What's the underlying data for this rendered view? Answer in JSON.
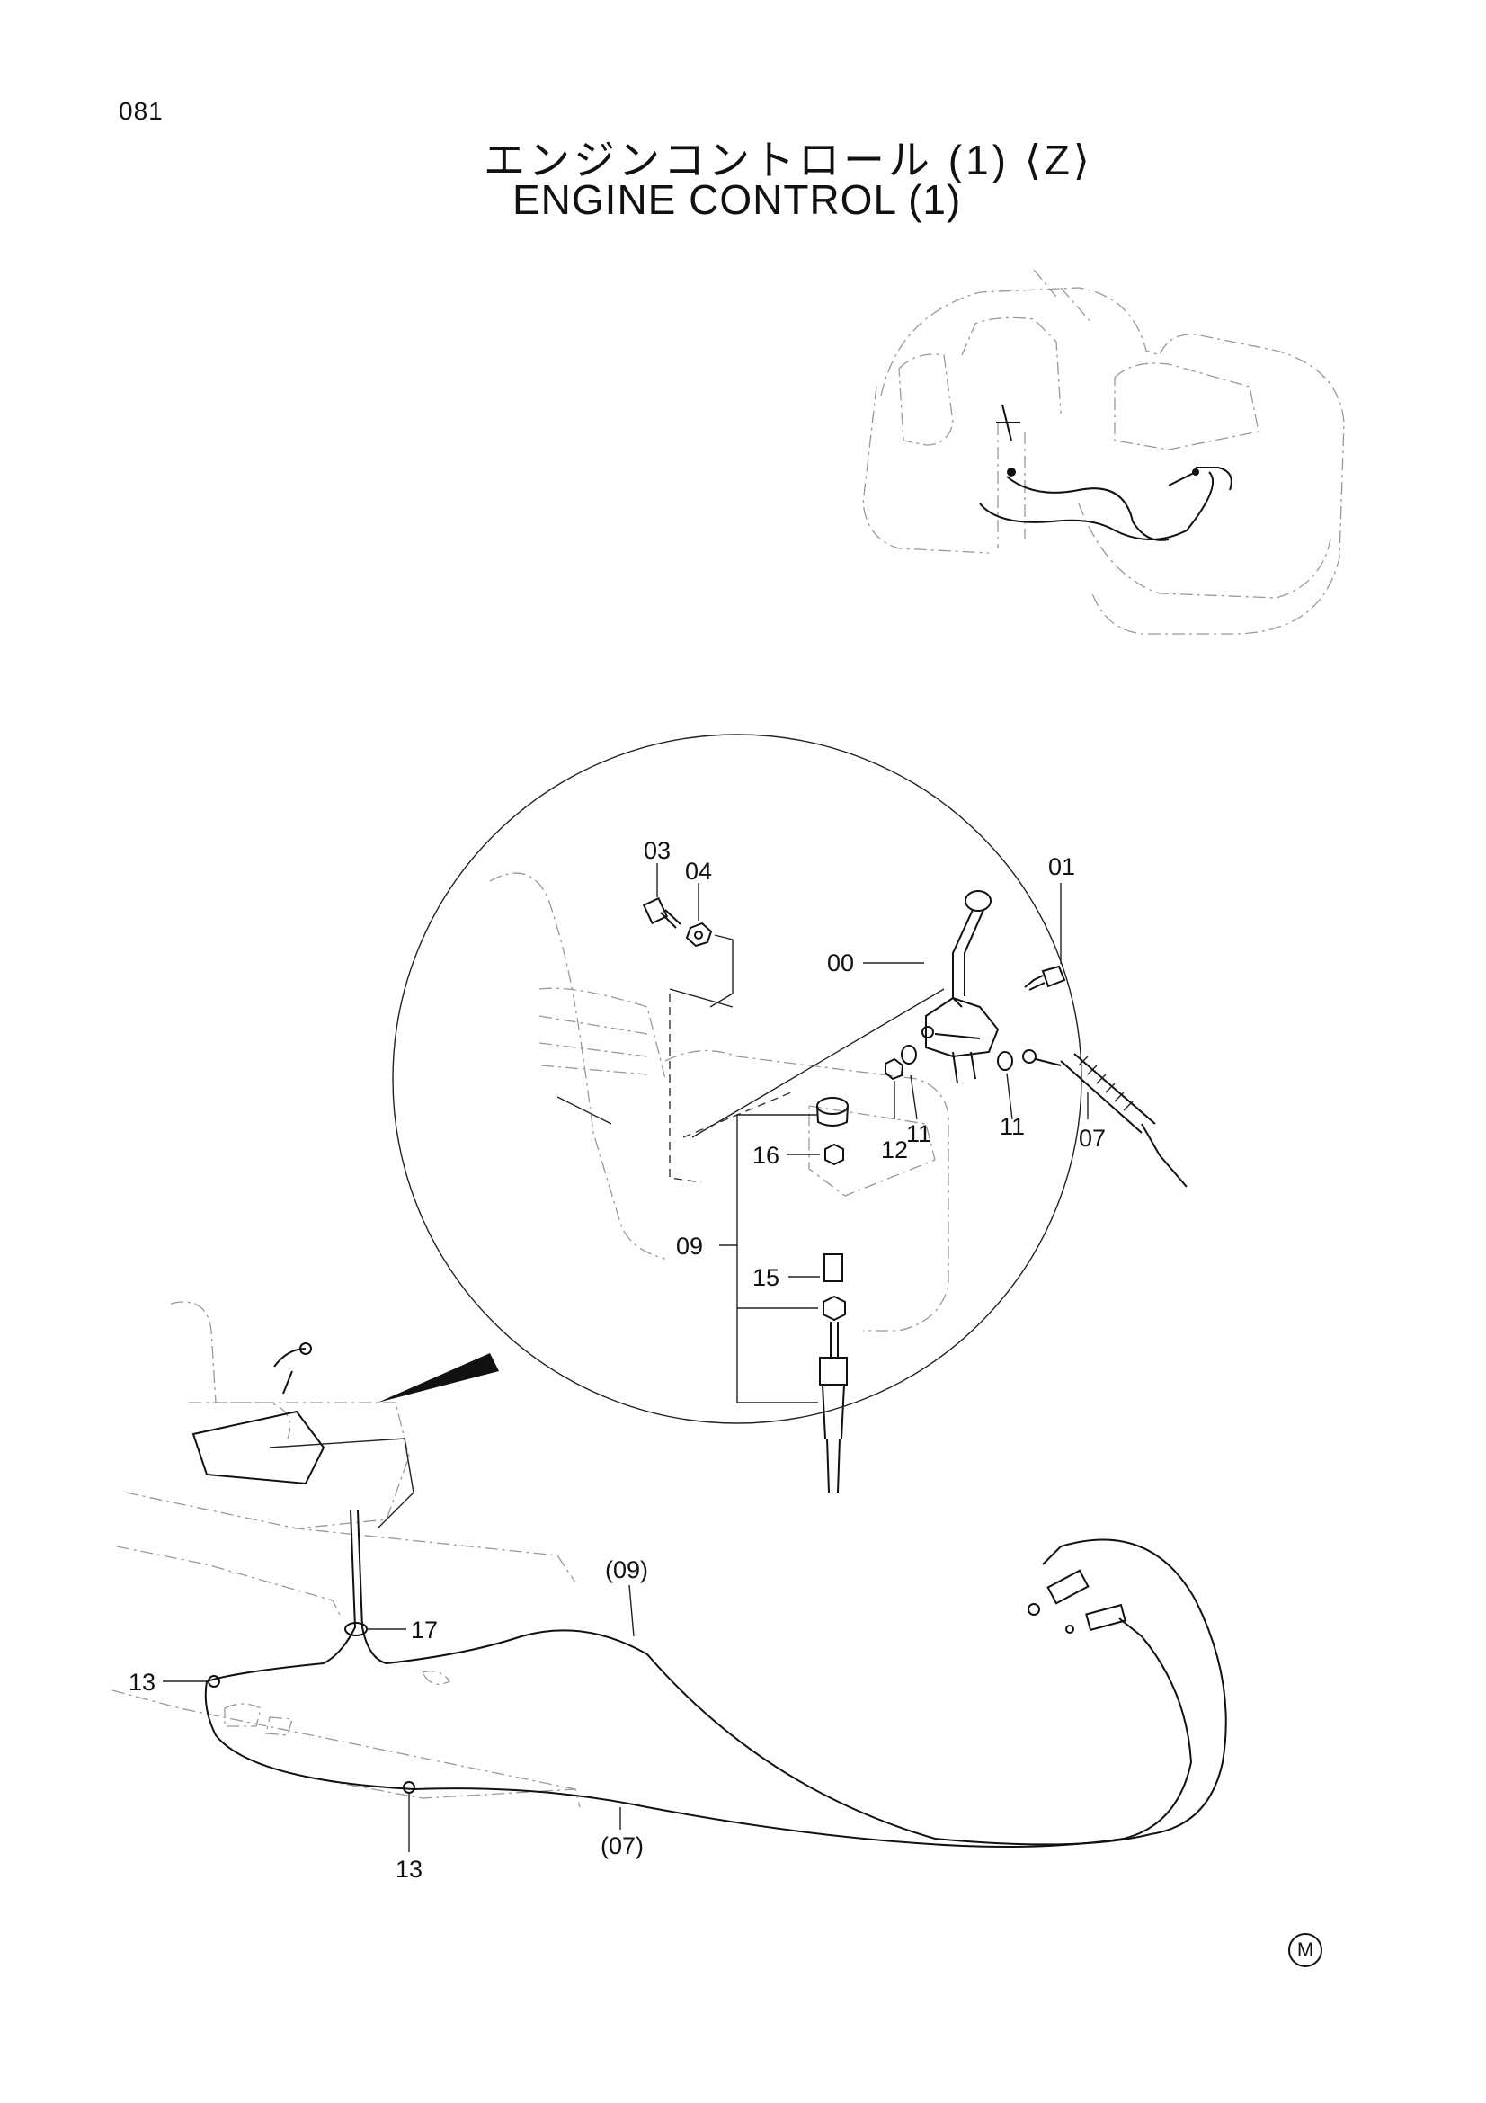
{
  "page": {
    "number": "081",
    "title_jp": "エンジンコントロール (1) ⟨Z⟩",
    "title_en": "ENGINE CONTROL (1)",
    "mark": "M"
  },
  "callouts": {
    "p00": "00",
    "p01": "01",
    "p03": "03",
    "p04": "04",
    "p07": "07",
    "p09": "09",
    "p11a": "11",
    "p11b": "11",
    "p12": "12",
    "p13a": "13",
    "p13b": "13",
    "p15": "15",
    "p16": "16",
    "p17": "17",
    "p07_ref": "(07)",
    "p09_ref": "(09)"
  }
}
